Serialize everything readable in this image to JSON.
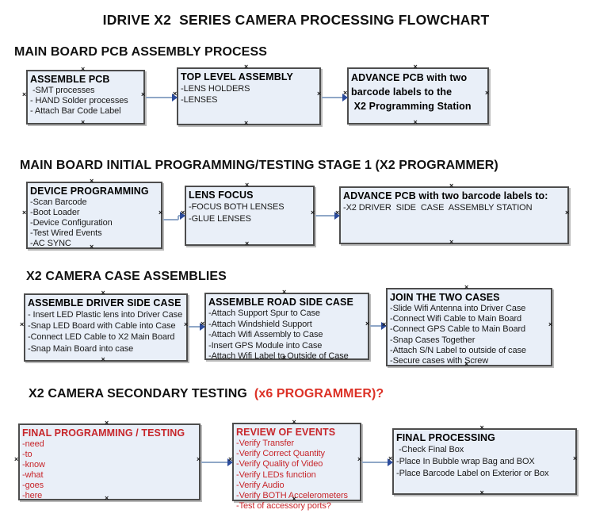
{
  "title": "IDRIVE X2  SERIES CAMERA PROCESSING FLOWCHART",
  "sections": [
    {
      "heading": "MAIN BOARD PCB ASSEMBLY PROCESS"
    },
    {
      "heading": "MAIN BOARD INITIAL PROGRAMMING/TESTING STAGE 1 (X2 PROGRAMMER)"
    },
    {
      "heading": "X2 CAMERA CASE ASSEMBLIES"
    },
    {
      "heading": "X2 CAMERA SECONDARY TESTING",
      "accent": "(x6 PROGRAMMER)?"
    }
  ],
  "boxes": [
    {
      "id": "assemble-pcb",
      "title": "ASSEMBLE PCB",
      "items": [
        " -SMT processes",
        "- HAND Solder processes",
        "- Attach Bar Code Label"
      ],
      "text_color": "black"
    },
    {
      "id": "top-level-assembly",
      "title": "TOP LEVEL ASSEMBLY",
      "items": [
        "-LENS HOLDERS",
        "-LENSES"
      ],
      "text_color": "black"
    },
    {
      "id": "advance-pcb-to-programming",
      "title_lines": [
        "ADVANCE PCB with two",
        "barcode labels to the",
        " X2 Programming Station"
      ],
      "items": [],
      "text_color": "black"
    },
    {
      "id": "device-programming",
      "title": "DEVICE PROGRAMMING",
      "items": [
        "-Scan Barcode",
        "-Boot Loader",
        "-Device Configuration",
        "-Test Wired Events",
        "-AC SYNC"
      ],
      "text_color": "black"
    },
    {
      "id": "lens-focus",
      "title": "LENS FOCUS",
      "items": [
        "-FOCUS BOTH LENSES",
        "-GLUE LENSES"
      ],
      "text_color": "black"
    },
    {
      "id": "advance-pcb-to-driver-side",
      "title": "ADVANCE PCB with two barcode labels to:",
      "items": [
        "-X2 DRIVER  SIDE  CASE  ASSEMBLY STATION"
      ],
      "text_color": "black"
    },
    {
      "id": "assemble-driver-side-case",
      "title": "ASSEMBLE DRIVER SIDE CASE",
      "items": [
        "- Insert LED Plastic lens into Driver Case",
        "-Snap LED Board with Cable into Case",
        "-Connect LED Cable to X2 Main Board",
        "-Snap Main Board into case"
      ],
      "text_color": "black"
    },
    {
      "id": "assemble-road-side-case",
      "title": "ASSEMBLE ROAD SIDE CASE",
      "items": [
        "-Attach Support Spur to Case",
        "-Attach Windshield Support",
        "-Attach Wifi Assembly to Case",
        "-Insert GPS Module into Case",
        "-Attach Wifi Label to Outside of Case"
      ],
      "text_color": "black"
    },
    {
      "id": "join-the-two-cases",
      "title": "JOIN THE TWO CASES",
      "items": [
        "-Slide Wifi Antenna into Driver Case",
        "-Connect Wifi Cable to Main Board",
        "-Connect GPS Cable to Main Board",
        "-Snap Cases Together",
        "-Attach S/N Label to outside of case",
        "-Secure cases with Screw"
      ],
      "text_color": "black"
    },
    {
      "id": "final-programming-testing",
      "title": "FINAL PROGRAMMING / TESTING",
      "items": [
        "-need",
        "-to",
        "-know",
        "-what",
        "-goes",
        "-here"
      ],
      "text_color": "red"
    },
    {
      "id": "review-of-events",
      "title": "REVIEW OF EVENTS",
      "items": [
        "-Verify Transfer",
        "-Verify Correct Quantity",
        "-Verify Quality of Video",
        "-Verify LEDs function",
        "-Verify Audio",
        "-Verify BOTH Accelerometers",
        "-Test of accessory ports?"
      ],
      "text_color": "red"
    },
    {
      "id": "final-processing",
      "title": "FINAL PROCESSING",
      "items": [
        " -Check Final Box",
        "-Place In Bubble wrap Bag and BOX",
        "-Place Barcode Label on Exterior or Box"
      ],
      "text_color": "black"
    }
  ],
  "markers": {
    "glyph": "×"
  },
  "colors": {
    "box_fill": "#E9EFF8",
    "box_border": "#4D4D4D",
    "red_text": "#C7262B",
    "accent_red": "#DC3126",
    "arrow_line": "#8FA7C7",
    "arrow_head": "#2B4B9C",
    "marker_color": "#1A1A1A"
  }
}
